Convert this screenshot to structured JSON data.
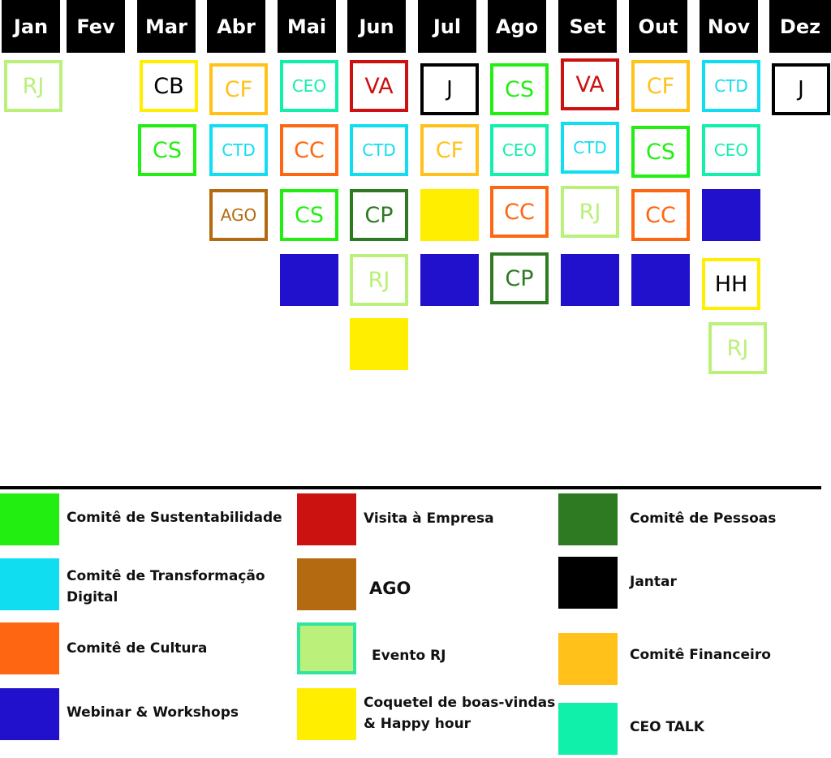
{
  "colors": {
    "sustentabilidade": "#22ee11",
    "transformacao": "#11ddf0",
    "cultura": "#ff6611",
    "webinar": "#2211cc",
    "visita": "#cc1111",
    "ago": "#b36a10",
    "rj": "#bbf07a",
    "coquetel": "#ffee00",
    "pessoas": "#2e7a22",
    "jantar": "#000000",
    "financeiro": "#ffc11a",
    "ceo": "#11f0aa"
  },
  "months": [
    "Jan",
    "Fev",
    "Mar",
    "Abr",
    "Mai",
    "Jun",
    "Jul",
    "Ago",
    "Set",
    "Out",
    "Nov",
    "Dez"
  ],
  "events": [
    {
      "month": 0,
      "row": 0,
      "code": "RJ",
      "category": "rj"
    },
    {
      "month": 2,
      "row": 0,
      "code": "CB",
      "category": "coquetel",
      "outlined_text_color": "#000000"
    },
    {
      "month": 2,
      "row": 1,
      "code": "CS",
      "category": "sustentabilidade"
    },
    {
      "month": 3,
      "row": 0,
      "code": "CF",
      "category": "financeiro"
    },
    {
      "month": 3,
      "row": 1,
      "code": "CTD",
      "category": "transformacao"
    },
    {
      "month": 3,
      "row": 2,
      "code": "AGO",
      "category": "ago"
    },
    {
      "month": 4,
      "row": 0,
      "code": "CEO",
      "category": "ceo"
    },
    {
      "month": 4,
      "row": 1,
      "code": "CC",
      "category": "cultura"
    },
    {
      "month": 4,
      "row": 2,
      "code": "CS",
      "category": "sustentabilidade"
    },
    {
      "month": 4,
      "row": 3,
      "code": "",
      "category": "webinar",
      "filled": true
    },
    {
      "month": 5,
      "row": 0,
      "code": "VA",
      "category": "visita"
    },
    {
      "month": 5,
      "row": 1,
      "code": "CTD",
      "category": "transformacao"
    },
    {
      "month": 5,
      "row": 2,
      "code": "CP",
      "category": "pessoas"
    },
    {
      "month": 5,
      "row": 3,
      "code": "RJ",
      "category": "rj"
    },
    {
      "month": 5,
      "row": 4,
      "code": "",
      "category": "coquetel",
      "filled": true
    },
    {
      "month": 6,
      "row": 0,
      "code": "J",
      "category": "jantar"
    },
    {
      "month": 6,
      "row": 1,
      "code": "CF",
      "category": "financeiro"
    },
    {
      "month": 6,
      "row": 2,
      "code": "",
      "category": "coquetel",
      "filled": true
    },
    {
      "month": 6,
      "row": 3,
      "code": "",
      "category": "webinar",
      "filled": true
    },
    {
      "month": 7,
      "row": 0,
      "code": "CS",
      "category": "sustentabilidade"
    },
    {
      "month": 7,
      "row": 1,
      "code": "CEO",
      "category": "ceo"
    },
    {
      "month": 7,
      "row": 2,
      "code": "CC",
      "category": "cultura"
    },
    {
      "month": 7,
      "row": 3,
      "code": "CP",
      "category": "pessoas"
    },
    {
      "month": 8,
      "row": 0,
      "code": "VA",
      "category": "visita"
    },
    {
      "month": 8,
      "row": 1,
      "code": "CTD",
      "category": "transformacao"
    },
    {
      "month": 8,
      "row": 2,
      "code": "RJ",
      "category": "rj"
    },
    {
      "month": 8,
      "row": 3,
      "code": "",
      "category": "webinar",
      "filled": true
    },
    {
      "month": 9,
      "row": 0,
      "code": "CF",
      "category": "financeiro"
    },
    {
      "month": 9,
      "row": 1,
      "code": "CS",
      "category": "sustentabilidade"
    },
    {
      "month": 9,
      "row": 2,
      "code": "CC",
      "category": "cultura"
    },
    {
      "month": 9,
      "row": 3,
      "code": "",
      "category": "webinar",
      "filled": true
    },
    {
      "month": 10,
      "row": 0,
      "code": "CTD",
      "category": "transformacao"
    },
    {
      "month": 10,
      "row": 1,
      "code": "CEO",
      "category": "ceo"
    },
    {
      "month": 10,
      "row": 2,
      "code": "",
      "category": "webinar",
      "filled": true
    },
    {
      "month": 10,
      "row": 3,
      "code": "HH",
      "category": "coquetel",
      "outlined_text_color": "#000000"
    },
    {
      "month": 10,
      "row": 4,
      "code": "RJ",
      "category": "rj"
    },
    {
      "month": 11,
      "row": 0,
      "code": "J",
      "category": "jantar"
    }
  ],
  "legend": [
    {
      "category": "sustentabilidade",
      "label": "Comitê de Sustentabilidade"
    },
    {
      "category": "transformacao",
      "label": "Comitê de Transformação\n Digital"
    },
    {
      "category": "cultura",
      "label": "Comitê de Cultura"
    },
    {
      "category": "webinar",
      "label": "Webinar & Workshops"
    },
    {
      "category": "visita",
      "label": "Visita à Empresa"
    },
    {
      "category": "ago",
      "label": "AGO"
    },
    {
      "category": "rj",
      "label": "Evento RJ",
      "swatch_border": "#2ee6a0"
    },
    {
      "category": "coquetel",
      "label": "Coquetel de boas-vindas\n& Happy hour"
    },
    {
      "category": "pessoas",
      "label": "Comitê de Pessoas"
    },
    {
      "category": "jantar",
      "label": "Jantar"
    },
    {
      "category": "financeiro",
      "label": "Comitê Financeiro"
    },
    {
      "category": "ceo",
      "label": "CEO TALK"
    }
  ]
}
